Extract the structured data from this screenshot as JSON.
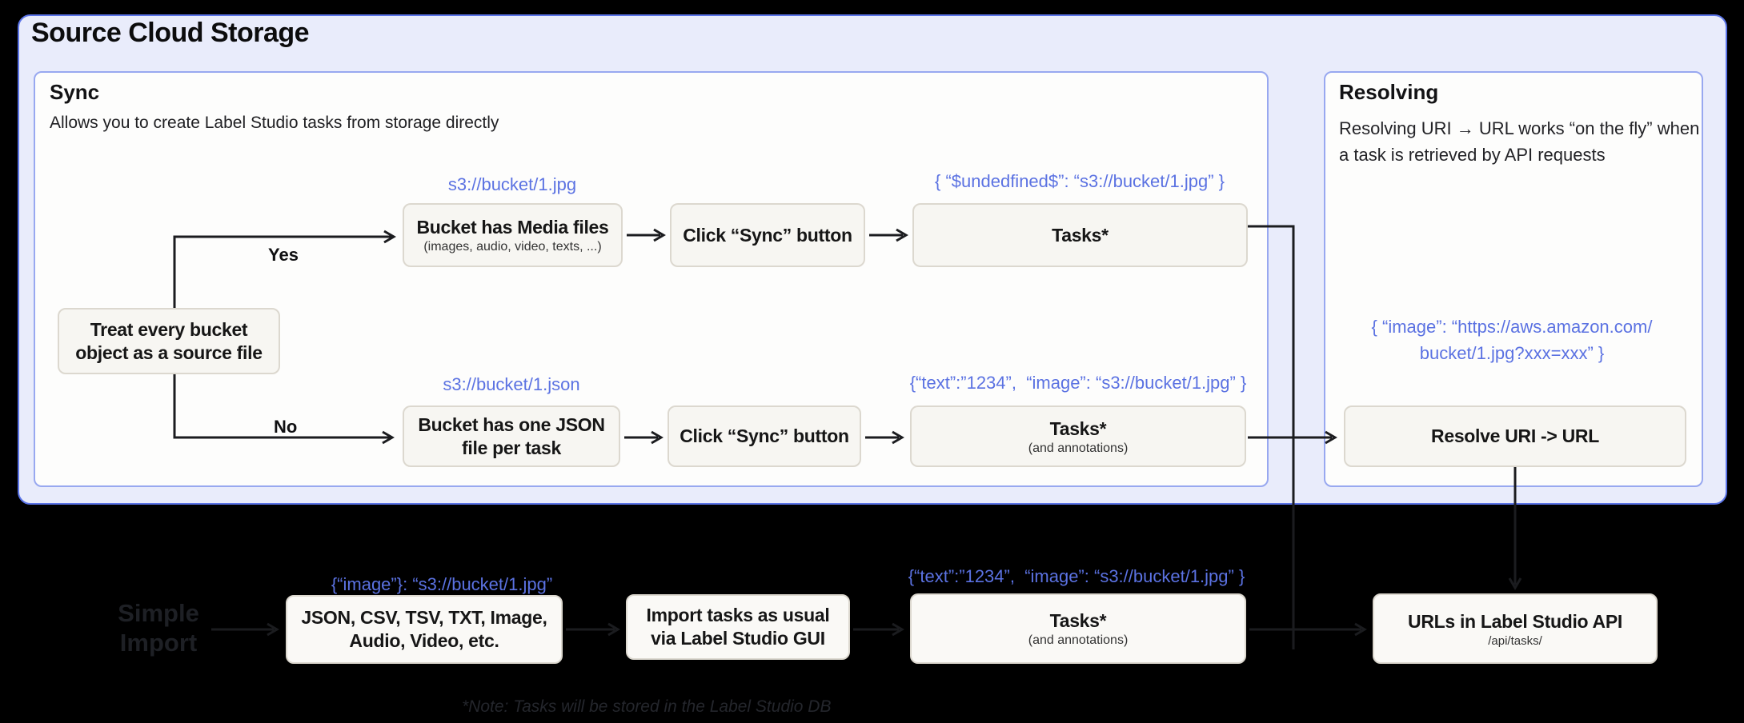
{
  "panel": {
    "title": "Source Cloud Storage"
  },
  "sync": {
    "heading": "Sync",
    "subtitle": "Allows you to create Label Studio tasks from storage directly",
    "decision": "Treat every bucket object as a source file",
    "yes": "Yes",
    "no": "No",
    "media_uri": "s3://bucket/1.jpg",
    "media_title": "Bucket has Media files",
    "media_subtitle": "(images, audio, video, texts, ...)",
    "sync_button": "Click “Sync” button",
    "tasks1_json": "{ “$undedfined$”: “s3://bucket/1.jpg” }",
    "tasks1_title": "Tasks*",
    "json_uri": "s3://bucket/1.json",
    "json_title": "Bucket has one JSON file per task",
    "tasks2_json": "{“text”:”1234”,  “image”: “s3://bucket/1.jpg” }",
    "tasks2_title": "Tasks*",
    "tasks2_subtitle": "(and annotations)"
  },
  "resolving": {
    "heading": "Resolving",
    "description": "Resolving URI → URL works “on the fly” when a task is retrieved by API requests",
    "json_line1": "{ “image”: “https://aws.amazon.com/",
    "json_line2": "bucket/1.jpg?xxx=xxx” }",
    "resolve_label": "Resolve URI -> URL"
  },
  "bottom": {
    "simple_import": "Simple Import",
    "formats_json": "{“image”}: “s3://bucket/1.jpg”",
    "formats_label": "JSON, CSV, TSV, TXT, Image, Audio, Video, etc.",
    "import_label": "Import tasks as usual via Label Studio GUI",
    "tasks_json": "{“text”:”1234”,  “image”: “s3://bucket/1.jpg” }",
    "tasks_title": "Tasks*",
    "tasks_subtitle": "(and annotations)",
    "urls_title": "URLs in Label Studio API",
    "urls_path": "/api/tasks/",
    "note": "*Note: Tasks will be stored in the Label Studio DB"
  },
  "colors": {
    "outer_border": "#5b74e8",
    "inner_border": "#98a8f0",
    "outer_bg": "#e9ecfb",
    "inner_bg": "#fdfdfc",
    "node_bg": "#f7f6f2",
    "node_border": "#dcd8cf",
    "json_text": "#5b72e2",
    "connector": "#1b1c1f",
    "page_bg": "#000000"
  }
}
